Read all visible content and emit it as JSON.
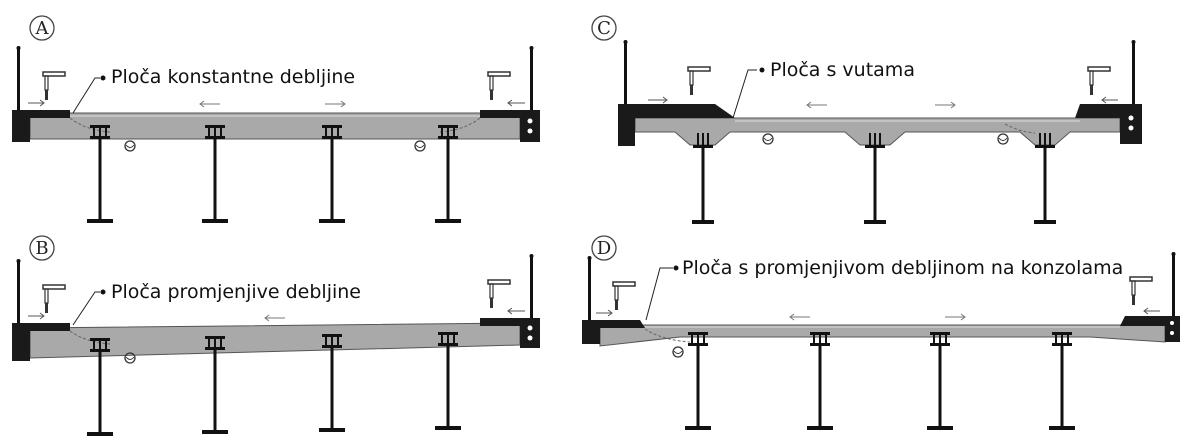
{
  "panels": [
    {
      "letter": "A",
      "label": "Ploča konstantne debljine"
    },
    {
      "letter": "B",
      "label": "Ploča promjenjive debljine"
    },
    {
      "letter": "C",
      "label": "Ploča s vutama"
    },
    {
      "letter": "D",
      "label": "Ploča s promjenjivom debljinom na konzolama"
    }
  ],
  "colors": {
    "deck": "#a9a9a9",
    "deck_dark": "#8e8e8e",
    "steel": "#111111",
    "barrier": "#1a1a1a",
    "outline": "#333333"
  }
}
